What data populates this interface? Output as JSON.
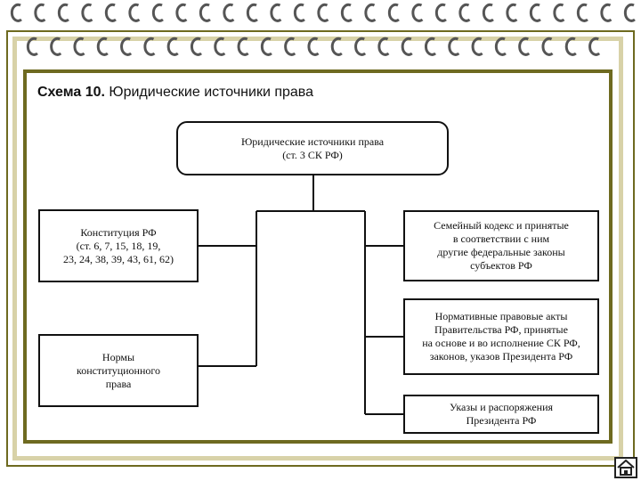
{
  "slide": {
    "title_prefix": "Схема 10.",
    "title_text": "Юридические источники права"
  },
  "nodes": {
    "root": {
      "lines": [
        "Юридические источники права",
        "(ст. 3 СК РФ)"
      ]
    },
    "constitution": {
      "lines": [
        "Конституция РФ",
        "(ст. 6, 7, 15, 18, 19,",
        "23, 24, 38, 39, 43, 61, 62)"
      ]
    },
    "norms": {
      "lines": [
        "Нормы",
        "конституционного",
        "права"
      ]
    },
    "family_code": {
      "lines": [
        "Семейный кодекс и принятые",
        "в соответствии с ним",
        "другие федеральные законы",
        "субъектов РФ"
      ]
    },
    "gov_acts": {
      "lines": [
        "Нормативные правовые акты",
        "Правительства РФ, принятые",
        "на основе и во исполнение СК РФ,",
        "законов, указов Президента РФ"
      ]
    },
    "decrees": {
      "lines": [
        "Указы и распоряжения",
        "Президента РФ"
      ]
    }
  },
  "decoration": {
    "ring_color": "#555555",
    "frame_dark": "#6e6a20",
    "frame_gold": "#d8d2a8"
  },
  "icons": {
    "nav": "home-icon",
    "binding": "spiral-ring-icon"
  }
}
